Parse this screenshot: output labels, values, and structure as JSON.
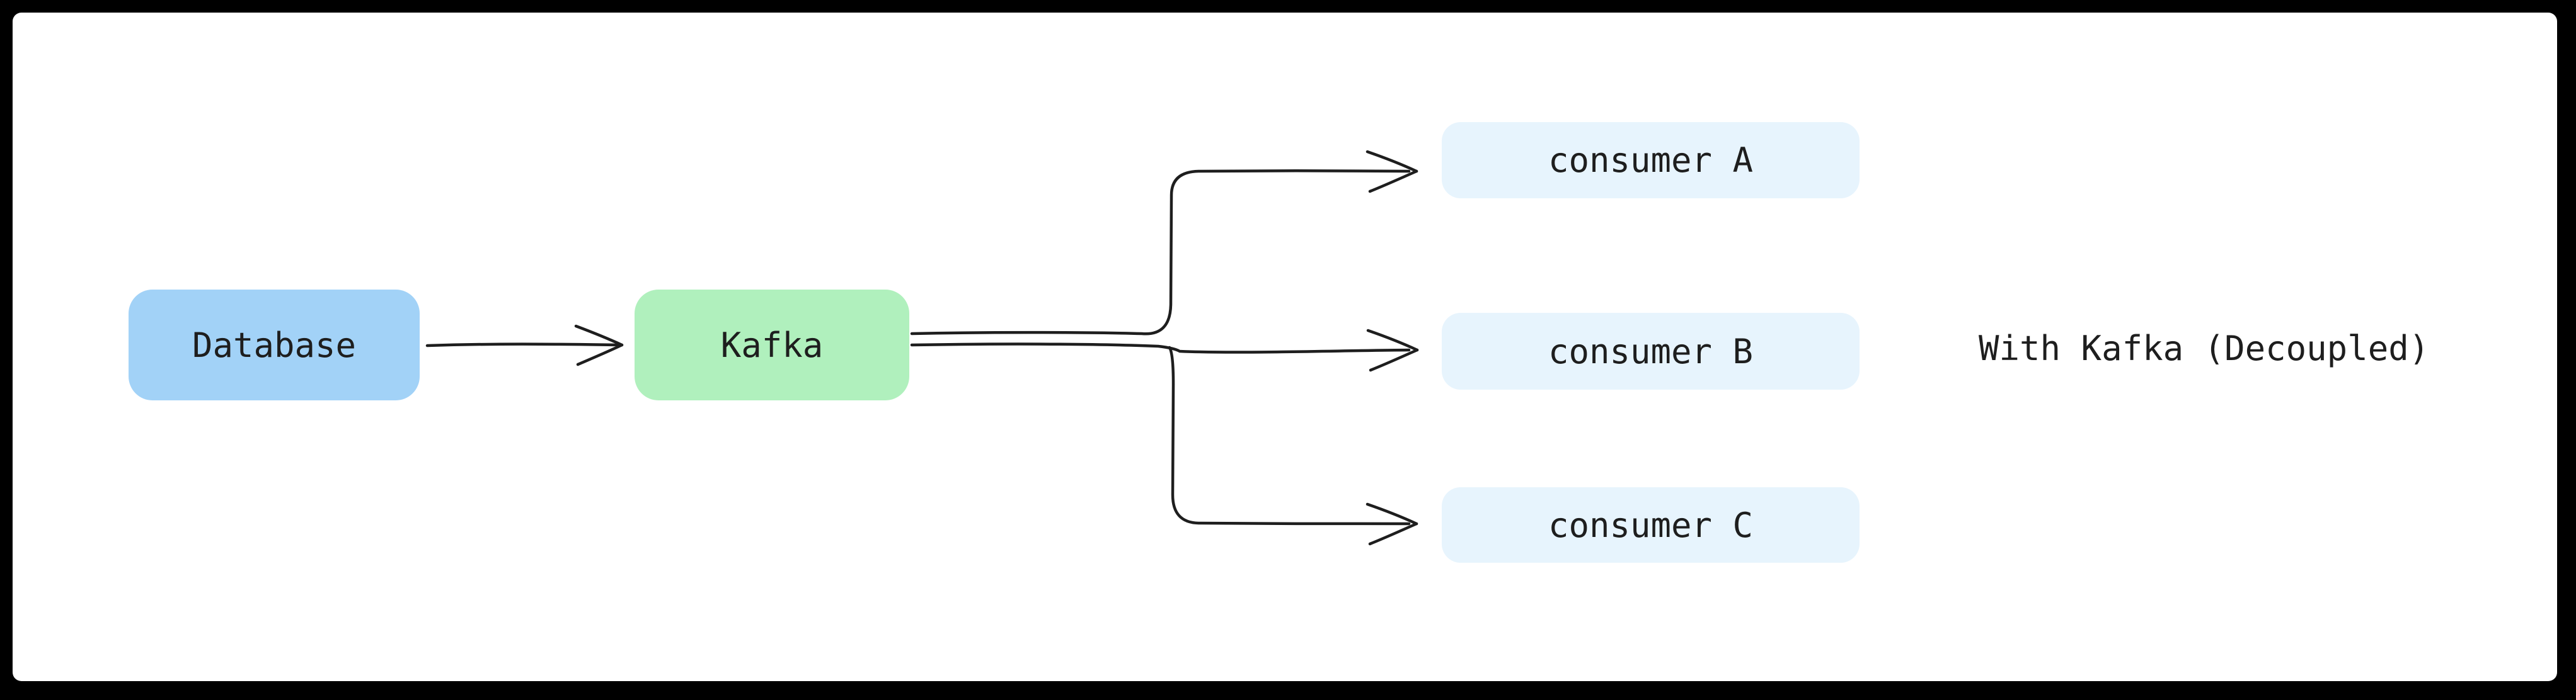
{
  "diagram": {
    "frame_color": "#000000",
    "canvas_background": "#ffffff",
    "stroke_color": "#1e1e1e",
    "text_color": "#1e1e1e",
    "nodes": {
      "database": {
        "label": "Database",
        "fill": "#a2d2f7"
      },
      "kafka": {
        "label": "Kafka",
        "fill": "#b0f0bd"
      },
      "consumers": [
        {
          "label": "consumer A",
          "fill": "#e7f4fd"
        },
        {
          "label": "consumer B",
          "fill": "#e7f4fd"
        },
        {
          "label": "consumer C",
          "fill": "#e7f4fd"
        }
      ]
    },
    "caption": {
      "text": "With Kafka (Decoupled)"
    },
    "connections": [
      {
        "from": "Database",
        "to": "Kafka"
      },
      {
        "from": "Kafka",
        "to": "consumer A"
      },
      {
        "from": "Kafka",
        "to": "consumer B"
      },
      {
        "from": "Kafka",
        "to": "consumer C"
      }
    ]
  }
}
